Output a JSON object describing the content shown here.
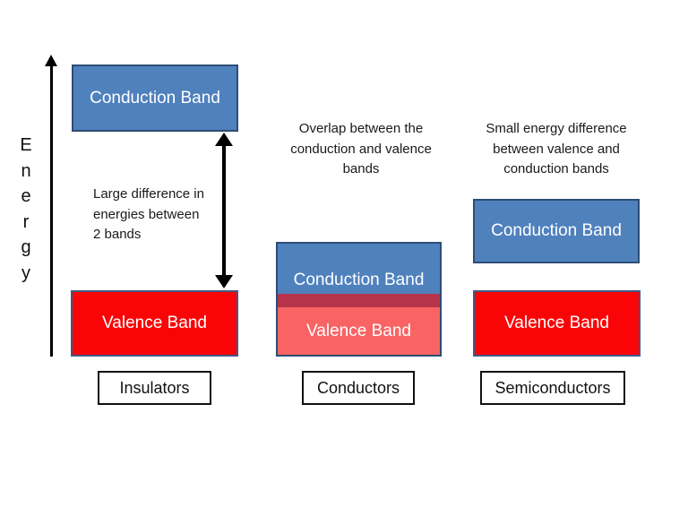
{
  "energy_axis": {
    "label": "Energy",
    "label_stacked": "E\nn\ne\nr\ng\ny"
  },
  "columns": {
    "insulators": {
      "category": "Insulators",
      "annotation": "Large difference in\nenergies between\n2 bands",
      "conduction_band": "Conduction Band",
      "valence_band": "Valence Band"
    },
    "conductors": {
      "category": "Conductors",
      "annotation": "Overlap between the\nconduction and valence\nbands",
      "conduction_band": "Conduction Band",
      "valence_band": "Valence Band"
    },
    "semiconductors": {
      "category": "Semiconductors",
      "annotation": "Small energy difference\nbetween valence and\nconduction bands",
      "conduction_band": "Conduction Band",
      "valence_band": "Valence Band"
    }
  },
  "colors": {
    "conduction_blue": "#4f81bd",
    "conduction_blue_border": "#2c4d75",
    "valence_red": "#fa0507",
    "valence_red_border": "#3f5a85",
    "overlap_strip_crimson": "#b5344a",
    "valence_salmon": "#f96364",
    "arrow_black": "#000000",
    "category_border_black": "#111111"
  }
}
